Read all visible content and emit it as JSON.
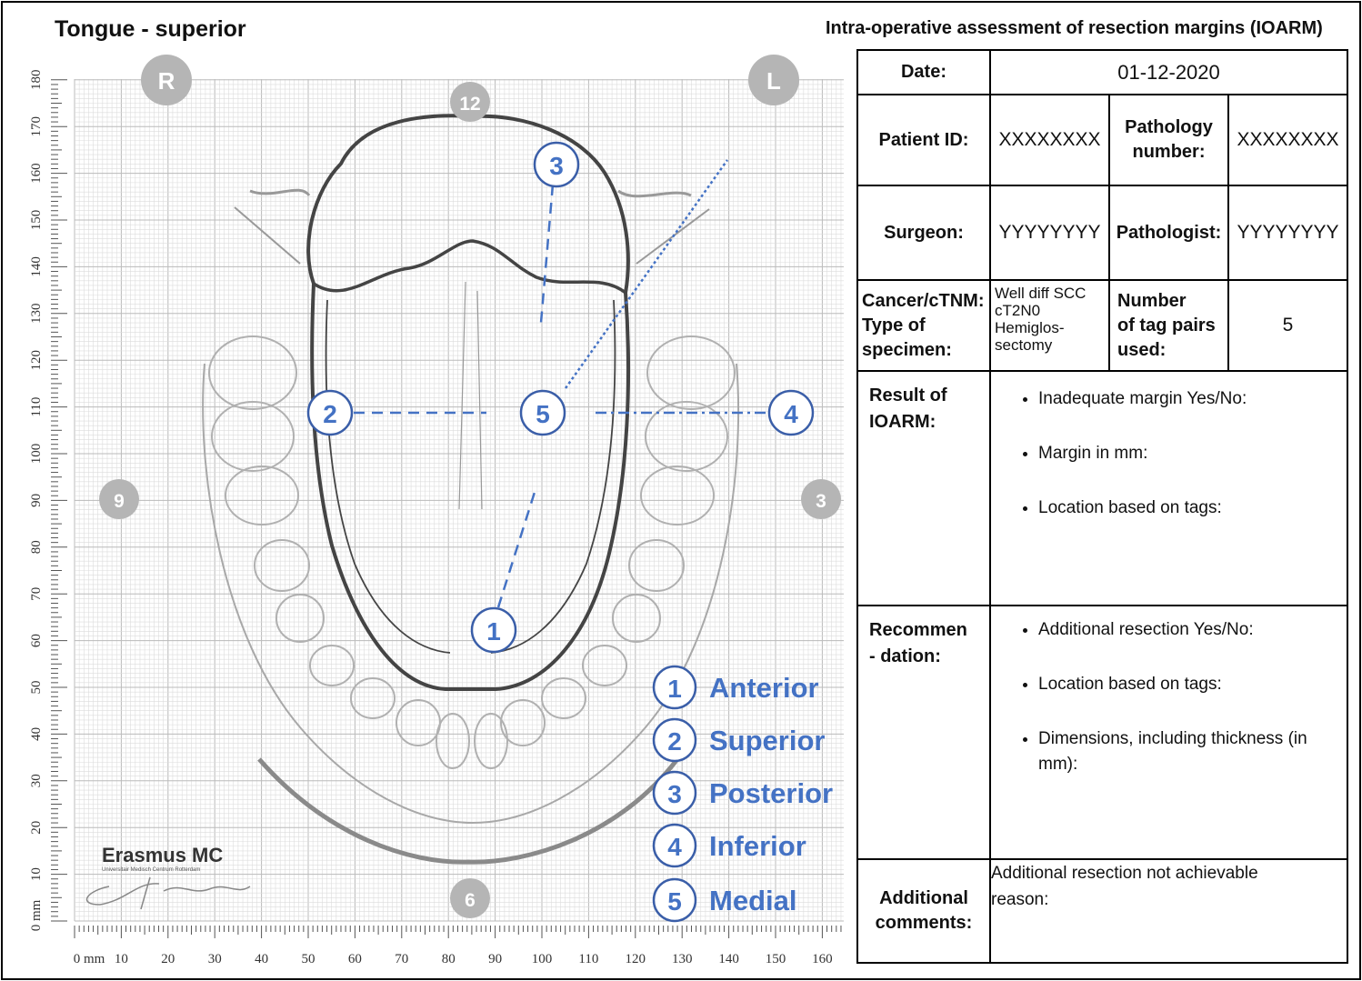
{
  "titles": {
    "left": "Tongue - superior",
    "right": "Intra-operative assessment of resection margins (IOARM)"
  },
  "figure": {
    "clock_markers": {
      "R": "R",
      "L": "L",
      "twelve": "12",
      "nine": "9",
      "three": "3",
      "six": "6"
    },
    "y_axis_unit": "0 mm",
    "y_ticks": [
      "10",
      "20",
      "30",
      "40",
      "50",
      "60",
      "70",
      "80",
      "90",
      "100",
      "110",
      "120",
      "130",
      "140",
      "150",
      "160",
      "170",
      "180"
    ],
    "x_axis_unit": "0 mm",
    "x_ticks": [
      "10",
      "20",
      "30",
      "40",
      "50",
      "60",
      "70",
      "80",
      "90",
      "100",
      "110",
      "120",
      "130",
      "140",
      "150",
      "160"
    ],
    "tag_numbers": {
      "t1": "1",
      "t2": "2",
      "t3": "3",
      "t4": "4",
      "t5": "5"
    },
    "legend": [
      {
        "num": "1",
        "label": "Anterior"
      },
      {
        "num": "2",
        "label": "Superior"
      },
      {
        "num": "3",
        "label": "Posterior"
      },
      {
        "num": "4",
        "label": "Inferior"
      },
      {
        "num": "5",
        "label": "Medial"
      }
    ],
    "logo_text": "Erasmus MC",
    "logo_subtext": "Universitair Medisch Centrum Rotterdam",
    "colors": {
      "tag_blue": "#4472c4",
      "grid": "#c8c8c8",
      "marker_gray": "#b5b5b5"
    }
  },
  "form": {
    "date_label": "Date:",
    "date_value": "01-12-2020",
    "patient_id_label": "Patient ID:",
    "patient_id_value": "XXXXXXXX",
    "pathology_number_label_1": "Pathology",
    "pathology_number_label_2": "number:",
    "pathology_number_value": "XXXXXXXX",
    "surgeon_label": "Surgeon:",
    "surgeon_value": "YYYYYYYY",
    "pathologist_label": "Pathologist:",
    "pathologist_value": "YYYYYYYY",
    "cancer_label_1": "Cancer/cTNM:",
    "cancer_label_2": "Type of",
    "cancer_label_3": "specimen:",
    "cancer_value_1": "Well diff SCC",
    "cancer_value_2": "cT2N0",
    "cancer_value_3": "Hemiglos-",
    "cancer_value_4": "sectomy",
    "tag_pairs_label_1": "Number",
    "tag_pairs_label_2": "of tag pairs",
    "tag_pairs_label_3": "used:",
    "tag_pairs_value": "5",
    "result_label_1": "Result of",
    "result_label_2": "IOARM:",
    "result_items": [
      "Inadequate margin Yes/No:",
      "Margin in mm:",
      "Location based on tags:"
    ],
    "recommendation_label_1": "Recommen",
    "recommendation_label_2": "- dation:",
    "recommendation_items": [
      "Additional resection Yes/No:",
      "Location based on tags:",
      "Dimensions, including thickness (in mm):"
    ],
    "additional_label_1": "Additional",
    "additional_label_2": "comments:",
    "additional_text": "Additional resection not achievable reason:"
  }
}
